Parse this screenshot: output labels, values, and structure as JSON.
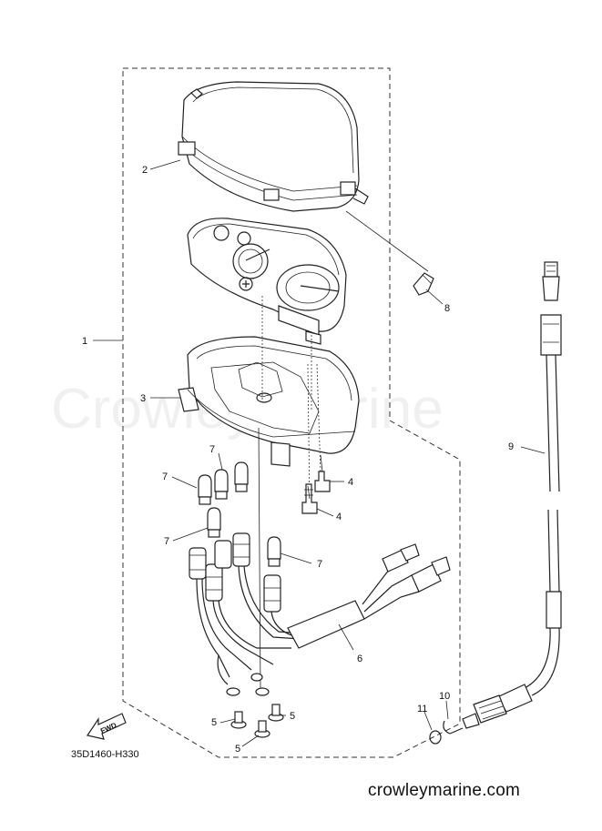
{
  "watermark": "Crowley Marine",
  "drawing_code": "35D1460-H330",
  "website": "crowleymarine.com",
  "fwd_label": "FWD",
  "callouts": {
    "c1": "1",
    "c2": "2",
    "c3": "3",
    "c4a": "4",
    "c4b": "4",
    "c5a": "5",
    "c5b": "5",
    "c5c": "5",
    "c6": "6",
    "c7a": "7",
    "c7b": "7",
    "c7c": "7",
    "c7d": "7",
    "c8": "8",
    "c9": "9",
    "c10": "10",
    "c11": "11"
  }
}
